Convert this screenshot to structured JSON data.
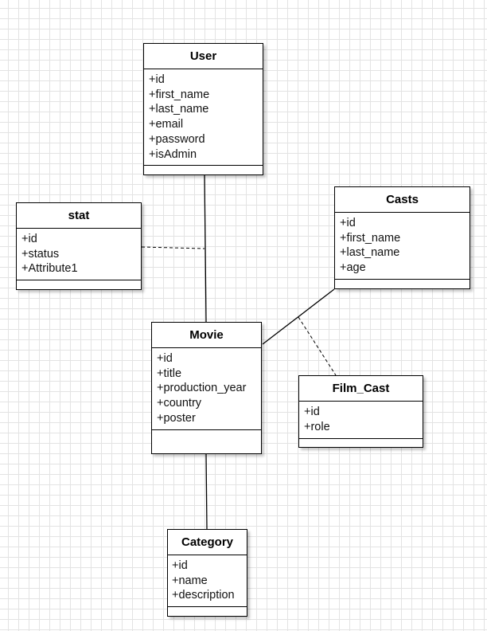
{
  "diagram": {
    "classes": [
      {
        "id": "user",
        "name": "User",
        "attributes": [
          "+id",
          "+first_name",
          "+last_name",
          "+email",
          "+password",
          "+isAdmin"
        ]
      },
      {
        "id": "stat",
        "name": "stat",
        "attributes": [
          "+id",
          "+status",
          "+Attribute1"
        ]
      },
      {
        "id": "casts",
        "name": "Casts",
        "attributes": [
          "+id",
          "+first_name",
          "+last_name",
          "+age"
        ]
      },
      {
        "id": "movie",
        "name": "Movie",
        "attributes": [
          "+id",
          "+title",
          "+production_year",
          "+country",
          "+poster"
        ]
      },
      {
        "id": "film_cast",
        "name": "Film_Cast",
        "attributes": [
          "+id",
          "+role"
        ]
      },
      {
        "id": "category",
        "name": "Category",
        "attributes": [
          "+id",
          "+name",
          "+description"
        ]
      }
    ],
    "associations": [
      {
        "from": "user",
        "to": "movie",
        "style": "solid"
      },
      {
        "from": "movie",
        "to": "casts",
        "style": "solid"
      },
      {
        "from": "movie",
        "to": "category",
        "style": "solid"
      },
      {
        "from": "stat",
        "to": "user-movie association",
        "style": "dashed"
      },
      {
        "from": "film_cast",
        "to": "movie-casts association",
        "style": "dashed"
      }
    ]
  }
}
